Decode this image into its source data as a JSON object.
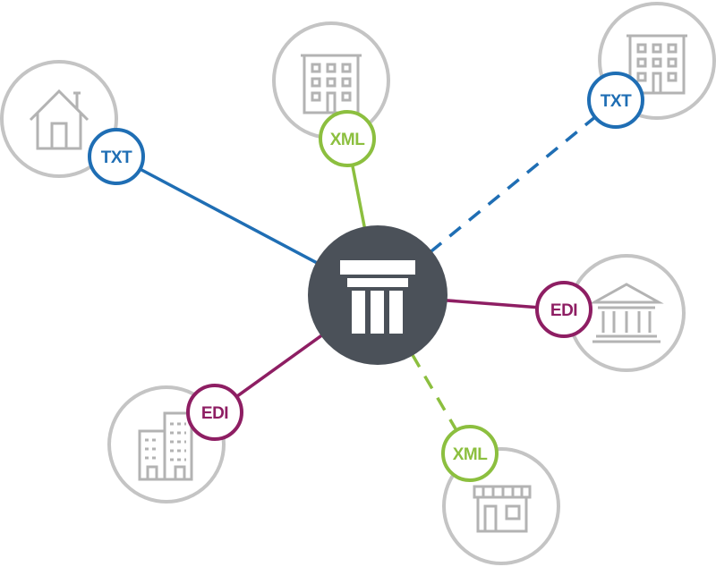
{
  "colors": {
    "txt": "#1f6eb4",
    "xml": "#8cbf3f",
    "edi": "#8e1e63",
    "node_ring": "#c4c4c4",
    "icon": "#b3b3b3",
    "hub": "#4b5159"
  },
  "hub": {
    "icon": "pillar-column-icon"
  },
  "nodes": [
    {
      "id": "house",
      "icon": "house-icon",
      "badge": "TXT",
      "format": "txt",
      "link": "solid"
    },
    {
      "id": "office-top",
      "icon": "office-building-icon",
      "badge": "XML",
      "format": "xml",
      "link": "solid"
    },
    {
      "id": "office-right",
      "icon": "office-building-icon",
      "badge": "TXT",
      "format": "txt",
      "link": "dashed"
    },
    {
      "id": "bank",
      "icon": "bank-icon",
      "badge": "EDI",
      "format": "edi",
      "link": "solid"
    },
    {
      "id": "store",
      "icon": "storefront-icon",
      "badge": "XML",
      "format": "xml",
      "link": "dashed"
    },
    {
      "id": "towers",
      "icon": "city-towers-icon",
      "badge": "EDI",
      "format": "edi",
      "link": "solid"
    }
  ]
}
